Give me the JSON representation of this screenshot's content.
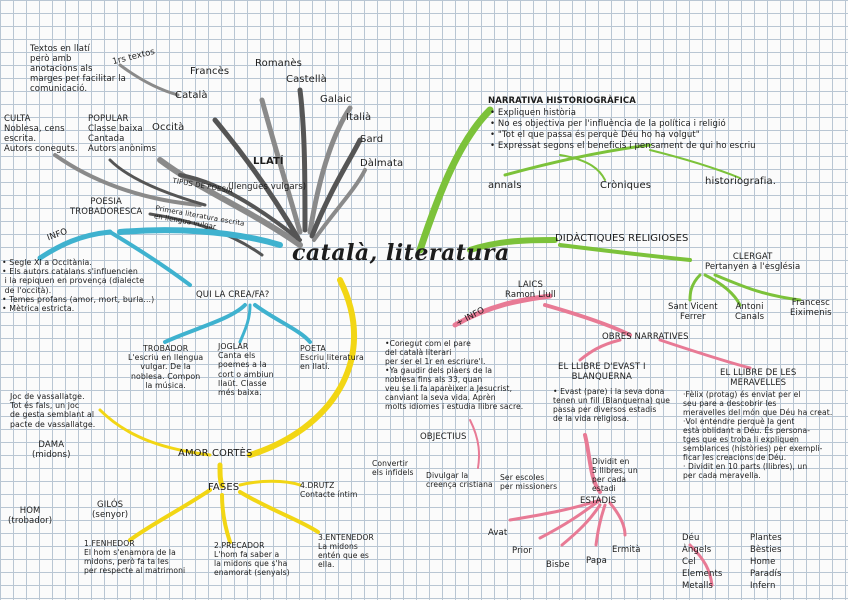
{
  "center": {
    "title": "català, literatura"
  },
  "origins": {
    "llati": "LLATÍ",
    "llati_sub": "(llengües vulgars)",
    "languages": [
      "Francès",
      "Romanès",
      "Català",
      "Castellà",
      "Galaic",
      "Italià",
      "Sard",
      "Dàlmata"
    ],
    "textos": "Textos en llatí\nperò amb\nanotacions als\nmarges per facilitar la\ncomunicació.",
    "textos_tag": "1rs textos",
    "culta": "CULTA\nNoblesa, cens\nescrita.\nAutors coneguts.",
    "popular": "POPULAR\nClasse baixa\nCantada\nAutors anònims",
    "occita": "Occità",
    "tipus": "TIPUS DE POESIA"
  },
  "narrativa": {
    "title": "NARRATIVA HISTORIOGRÀFICA",
    "bullets": [
      "• Expliquen història",
      "• No es objectiva per l'influència de la política i religió",
      "• \"Tot el que passa és perquè Déu ho ha volgut\"",
      "• Expressat segons el beneficis i pensament de qui ho escriu"
    ],
    "children": [
      "annals",
      "Cròniques",
      "historiografia."
    ]
  },
  "didactiques": {
    "title": "DIDÀCTIQUES RELIGIOSES",
    "clergat": "CLERGAT\nPertanyen a l'església",
    "clergat_names": [
      "Sant Vicent\nFerrer",
      "Antoni\nCanals",
      "Francesc\nEiximenis"
    ],
    "laics": "LAICS\nRamon Llull",
    "info": "+ INFO",
    "obres": "OBRES NARRATIVES",
    "evast_title": "EL LLIBRE D'EVAST I\nBLANQUERNA",
    "evast": "• Evast (pare) i la seva dona\ntenen un fill (Blanquerna) que\npassa per diversos estadis\nde la vida religiosa.",
    "meravelles_title": "EL LLIBRE DE LES\nMERAVELLES",
    "meravelles": "·Fèlix (protag) és enviat per el\nseu pare a descobrir les\nmeravelles del món que Déu ha creat.\n·Vol entendre perquè la gent\nestà oblidant a Déu. És persona-\ntges que es troba li expliquen\nsemblances (històries) per exempli-\nficar les creacions de Déu.\n· Dividit en 10 parts (llibres), un\nper cada meravella.",
    "laics_info": "•Conegut com el pare\ndel català literari\nper ser el 1r en escriure'l.\n•Ya gaudir dels plaers de la\nnoblesa fins als 33, quan\nveu se li fa aparèixer a Jesucrist,\ncanviant la seva vida. Aprèn\nmolts idiomes i estudia llibre sacre.",
    "objectius_title": "OBJECTIUS",
    "objectius": [
      "Convertir\nels infidels",
      "Divulgar la\ncreença cristiana",
      "Ser escoles\nper missioners"
    ],
    "estadis": "ESTADIS",
    "estadis_note": "Dividit en\n5 llibres, un\nper cada\nestadi",
    "estadis_items": [
      "Avat",
      "Prior",
      "Bisbe",
      "Papa",
      "Ermità"
    ],
    "meravelles_parts": [
      "Déu",
      "Àngels",
      "Cel",
      "Elements",
      "Metalls"
    ],
    "meravelles_parts2": [
      "Plantes",
      "Bèsties",
      "Home",
      "Paradís",
      "Infern"
    ]
  },
  "trobadoresca": {
    "title": "POESIA\nTROBADORESCA",
    "escrita": "Primera literatura escrita\nen llengua vulgar",
    "info": "INFO",
    "bullets": "• Segle XI a Occitània.\n• Els autors catalans s'influencien\n i la repiquen en provença (dialecte\n de l'occità).\n• Temes profans (amor, mort, burla...)\n• Mètrica estricta.",
    "qui": "QUI LA CREA/FA?",
    "trobador": "TROBADOR\nL'escriu en llengua\nvulgar. De la\nnoblesa. Compon\nla música.",
    "joglar": "JOGLAR\nCanta els\npoemes a la\ncort o ambiun\nllaüt. Classe\nmés baixa.",
    "poeta": "POETA\nEscriu literatura\nen llatí."
  },
  "amor": {
    "title": "AMOR CORTÈS",
    "joc": "Joc de vassallatge.\nTot és fals, un joc\nde gesta semblant al\npacte de vassallatge.",
    "dama": "DAMA\n(midons)",
    "hom": "HOM\n(trobador)",
    "gilos": "GILÓS\n(senyor)",
    "fases": "FASES",
    "fase1": "1.FENHEDOR\nEl hom s'enamora de la\nmidons, però fa ta les\nper respecte al matrimoni",
    "fase2": "2.PRECADOR\nL'hom fa saber a\nla midons que s'ha\nenamorat (senyals)",
    "fase3": "3.ENTENEDOR\nLa midons\nentén que es\nella.",
    "fase4": "4.DRUTZ\nContacte íntim"
  }
}
